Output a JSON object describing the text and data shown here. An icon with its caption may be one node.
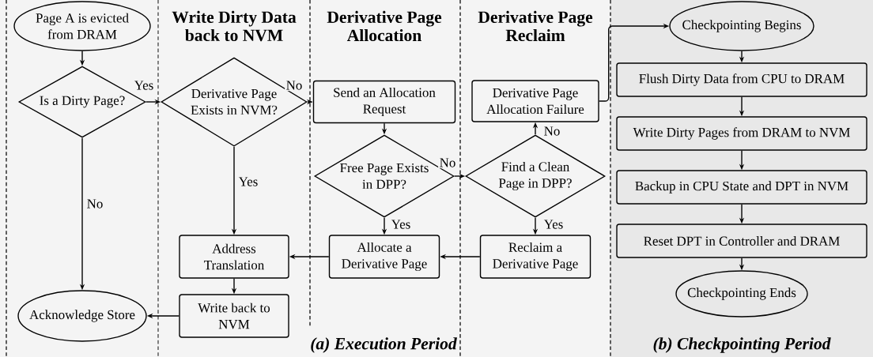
{
  "diagram": {
    "nodes": [
      {
        "text": [
          "Page A is evicted from DRAM"
        ]
      },
      {
        "text": [
          "Is a Dirty Page?"
        ]
      },
      {
        "text": [
          "Derivative Page Exists in NVM?"
        ]
      },
      {
        "text": [
          "Send an Allocation Request"
        ]
      },
      {
        "text": [
          "Free Page Exists in DPP?"
        ]
      },
      {
        "text": [
          "Derivative Page Allocation Failure"
        ]
      },
      {
        "text": [
          "Find a Clean Page in DPP?"
        ]
      },
      {
        "text": [
          "Address Translation"
        ]
      },
      {
        "text": [
          "Allocate a Derivative Page"
        ]
      },
      {
        "text": [
          "Reclaim a Derivative Page"
        ]
      },
      {
        "text": [
          "Write back to NVM"
        ]
      },
      {
        "text": [
          "Acknowledge Store"
        ]
      },
      {
        "text": [
          "Checkpointing Begins"
        ]
      },
      {
        "text": [
          "Flush Dirty Data from CPU to DRAM"
        ]
      },
      {
        "text": [
          "Write Dirty Pages from DRAM to NVM"
        ]
      },
      {
        "text": [
          "Backup in CPU State and DPT in NVM"
        ]
      },
      {
        "text": [
          "Reset DPT in Controller and DRAM"
        ]
      },
      {
        "text": [
          "Checkpointing Ends"
        ]
      }
    ],
    "edges": [
      {
        "from": 0,
        "to": 1,
        "arrow": "to"
      },
      {
        "from": 1,
        "to": 2,
        "arrow": "to",
        "label": "Yes"
      },
      {
        "from": 1,
        "to": 11,
        "arrow": "to",
        "label": "No"
      },
      {
        "from": 2,
        "to": 3,
        "arrow": "to",
        "label": "No"
      },
      {
        "from": 2,
        "to": 7,
        "arrow": "to",
        "label": "Yes"
      },
      {
        "from": 3,
        "to": 4,
        "arrow": "to"
      },
      {
        "from": 4,
        "to": 6,
        "arrow": "to",
        "label": "No"
      },
      {
        "from": 4,
        "to": 8,
        "arrow": "to",
        "label": "Yes"
      },
      {
        "from": 6,
        "to": 5,
        "arrow": "to",
        "label": "No"
      },
      {
        "from": 6,
        "to": 9,
        "arrow": "to",
        "label": "Yes"
      },
      {
        "from": 5,
        "to": 12,
        "arrow": "to"
      },
      {
        "from": 9,
        "to": 8,
        "arrow": "to"
      },
      {
        "from": 8,
        "to": 7,
        "arrow": "to"
      },
      {
        "from": 7,
        "to": 10,
        "arrow": "to"
      },
      {
        "from": 10,
        "to": 11,
        "arrow": "to"
      },
      {
        "from": 12,
        "to": 13,
        "arrow": "to"
      },
      {
        "from": 13,
        "to": 14,
        "arrow": "to"
      },
      {
        "from": 14,
        "to": 15,
        "arrow": "to"
      },
      {
        "from": 15,
        "to": 16,
        "arrow": "to"
      },
      {
        "from": 16,
        "to": 17,
        "arrow": "to"
      }
    ],
    "labels": [
      "Write Dirty Data back to NVM",
      "Derivative Page Allocation",
      "Derivative Page Reclaim",
      "(a) Execution Period",
      "(b) Checkpointing Period"
    ]
  }
}
